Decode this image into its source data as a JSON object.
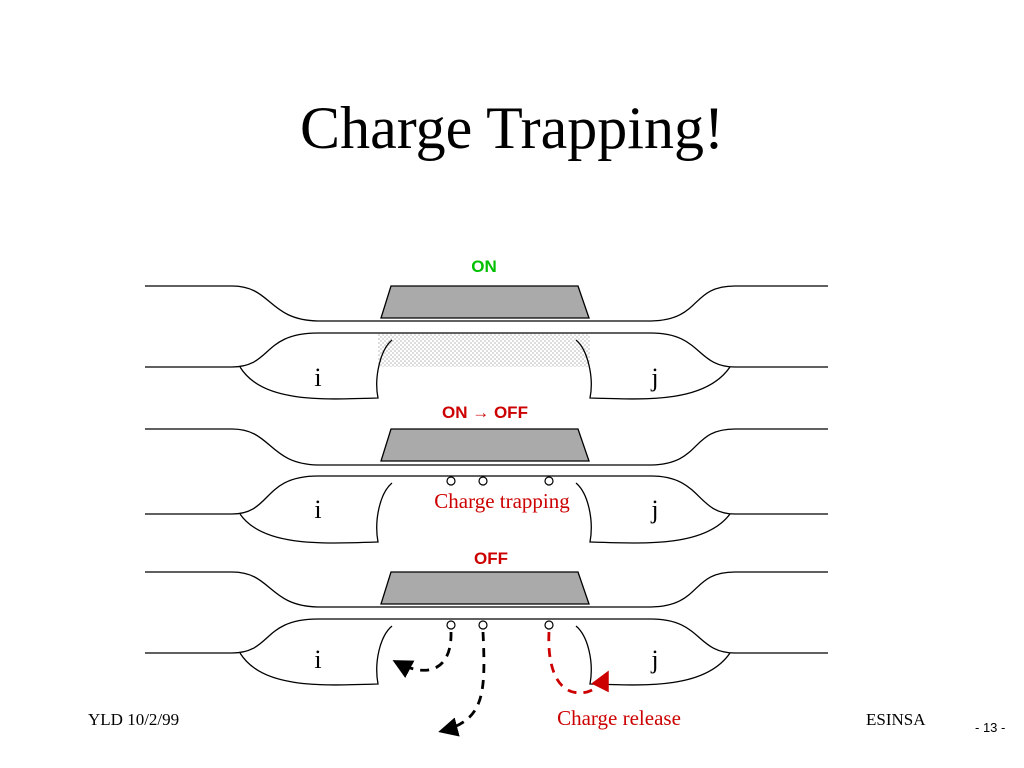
{
  "slide": {
    "title": "Charge Trapping!"
  },
  "states": [
    {
      "label": "ON",
      "label_color": "#00c000",
      "source_label": "i",
      "drain_label": "j"
    },
    {
      "label": "ON → OFF",
      "label_color": "#cc0000",
      "source_label": "i",
      "drain_label": "j",
      "annotation": "Charge trapping"
    },
    {
      "label": "OFF",
      "label_color": "#cc0000",
      "source_label": "i",
      "drain_label": "j",
      "annotation": "Charge release"
    }
  ],
  "colors": {
    "gate_fill": "#aaaaaa",
    "channel_dots": "#b5b5b5",
    "annotation_red": "#cc0000",
    "outline": "#000000"
  },
  "footer": {
    "left": "YLD 10/2/99",
    "right": "ESINSA",
    "page": "- 13 -"
  }
}
